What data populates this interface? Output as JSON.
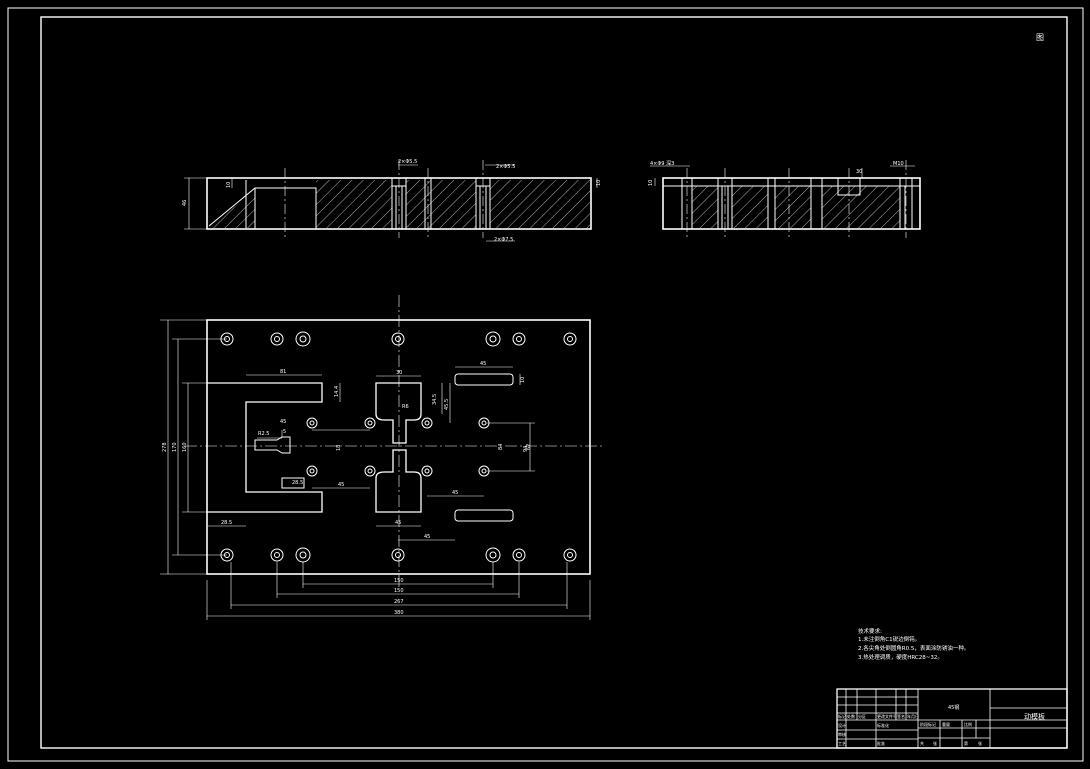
{
  "sheet": {
    "corner_mark": "图"
  },
  "colors": {
    "background": "#000000",
    "lines": "#ffffff"
  },
  "front_view": {
    "label_hole_top1": "2×Φ5.5",
    "label_hole_top2": "2×Φ5.5",
    "label_hole_bottom": "2×Φ7.5",
    "dim_height": "46",
    "dim_step": "10",
    "dim_right": "10"
  },
  "side_view": {
    "label_left": "4×Φ9 深3",
    "label_right": "M10",
    "dim_small": "30",
    "dim_left": "10"
  },
  "top_view": {
    "dims": {
      "width_total": "380",
      "w_267": "267",
      "w_150a": "150",
      "w_150b": "150",
      "h_278": "278",
      "h_170": "170",
      "h_160": "160",
      "h_84": "84",
      "h_94": "94",
      "d_81": "81",
      "d_14_4": "14.4",
      "d_30": "30",
      "d_r6": "R6",
      "d_34_5": "34.5",
      "d_45_5": "45.5",
      "d_45a": "45",
      "d_45b": "45",
      "d_45c": "45",
      "d_45d": "45",
      "d_45e": "45",
      "d_45f": "45",
      "d_r25": "R2.5",
      "d_5": "5",
      "d_18": "18",
      "d_28_5a": "28.5",
      "d_28_5b": "28.5",
      "d_10": "10",
      "d_62": "62"
    }
  },
  "tech_notes": {
    "title": "技术要求:",
    "lines": [
      "1.未注倒角C1锐边倒钝。",
      "2.各尖角处倒圆角R0.5，表面涂防锈油一种。",
      "3.热处理调质，硬度HRC28~32。"
    ]
  },
  "title_block": {
    "material": "45钢",
    "part_name": "动模板",
    "cells": [
      "标记",
      "处数",
      "分区",
      "更改文件号",
      "签名",
      "年月日",
      "设计",
      "标准化",
      "阶段标记",
      "重量",
      "比例",
      "审核",
      "工艺",
      "批准",
      "共",
      "张",
      "第",
      "张"
    ]
  }
}
